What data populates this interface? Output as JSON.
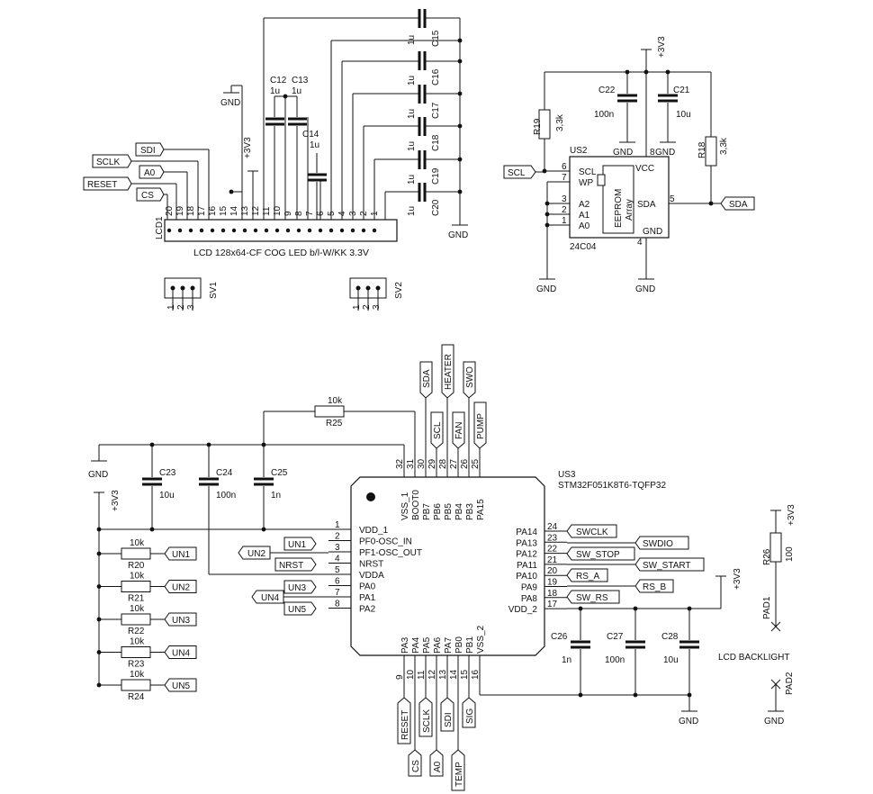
{
  "lcd": {
    "ref": "LCD1",
    "value": "LCD 128x64-CF COG LED b/l-W/KK 3.3V",
    "pins": [
      "20",
      "19",
      "18",
      "17",
      "16",
      "15",
      "14",
      "13",
      "12",
      "11",
      "10",
      "9",
      "8",
      "7",
      "6",
      "5",
      "4",
      "3",
      "2",
      "1"
    ]
  },
  "net_labels": {
    "sdi": "SDI",
    "sclk": "SCLK",
    "a0": "A0",
    "reset": "RESET",
    "cs": "CS",
    "scl": "SCL",
    "sda": "SDA",
    "heater": "HEATER",
    "swo": "SWO",
    "fan": "FAN",
    "pump": "PUMP",
    "un1": "UN1",
    "un2": "UN2",
    "un3": "UN3",
    "un4": "UN4",
    "un5": "UN5",
    "nrst": "NRST",
    "swclk": "SWCLK",
    "swdio": "SWDIO",
    "sw_stop": "SW_STOP",
    "sw_start": "SW_START",
    "rs_a": "RS_A",
    "rs_b": "RS_B",
    "sw_rs": "SW_RS",
    "sig": "SIG",
    "temp": "TEMP"
  },
  "power": {
    "gnd": "GND",
    "v33": "+3V3"
  },
  "caps": {
    "c15": "C15",
    "c16": "C16",
    "c17": "C17",
    "c18": "C18",
    "c19": "C19",
    "c20": "C20",
    "c12": "C12",
    "c13": "C13",
    "c14": "C14",
    "c21": "C21",
    "c22": "C22",
    "c23": "C23",
    "c24": "C24",
    "c25": "C25",
    "c26": "C26",
    "c27": "C27",
    "c28": "C28"
  },
  "values": {
    "u1": "1u",
    "n100": "100n",
    "u10": "10u",
    "n1": "1n",
    "k10": "10k",
    "k33": "3,3k",
    "r100": "100"
  },
  "resistors": {
    "r18": "R18",
    "r19": "R19",
    "r20": "R20",
    "r21": "R21",
    "r22": "R22",
    "r23": "R23",
    "r24": "R24",
    "r25": "R25",
    "r26": "R26"
  },
  "sv": {
    "sv1": "SV1",
    "sv2": "SV2",
    "p1": "1",
    "p2": "2",
    "p3": "3"
  },
  "eeprom": {
    "ref": "US2",
    "part": "24C04",
    "vcc": "VCC",
    "gnd": "GND",
    "scl": "SCL",
    "wp": "WP",
    "a2": "A2",
    "a1": "A1",
    "a0": "A0",
    "sda": "SDA",
    "array1": "EEPROM",
    "array2": "Array",
    "n6": "6",
    "n7": "7",
    "n3": "3",
    "n2": "2",
    "n1": "1",
    "n8": "8",
    "n5": "5",
    "n4": "4"
  },
  "mcu": {
    "ref": "US3",
    "part": "STM32F051K8T6-TQFP32",
    "left": [
      {
        "num": "1",
        "name": "VDD_1"
      },
      {
        "num": "2",
        "name": "PF0-OSC_IN"
      },
      {
        "num": "3",
        "name": "PF1-OSC_OUT"
      },
      {
        "num": "4",
        "name": "NRST"
      },
      {
        "num": "5",
        "name": "VDDA"
      },
      {
        "num": "6",
        "name": "PA0"
      },
      {
        "num": "7",
        "name": "PA1"
      },
      {
        "num": "8",
        "name": "PA2"
      }
    ],
    "right": [
      {
        "num": "24",
        "name": "PA14"
      },
      {
        "num": "23",
        "name": "PA13"
      },
      {
        "num": "22",
        "name": "PA12"
      },
      {
        "num": "21",
        "name": "PA11"
      },
      {
        "num": "20",
        "name": "PA10"
      },
      {
        "num": "19",
        "name": "PA9"
      },
      {
        "num": "18",
        "name": "PA8"
      },
      {
        "num": "17",
        "name": "VDD_2"
      }
    ],
    "top": [
      {
        "num": "32",
        "name": "VSS_1"
      },
      {
        "num": "31",
        "name": "BOOT0"
      },
      {
        "num": "30",
        "name": "PB7"
      },
      {
        "num": "29",
        "name": "PB6"
      },
      {
        "num": "28",
        "name": "PB5"
      },
      {
        "num": "27",
        "name": "PB4"
      },
      {
        "num": "26",
        "name": "PB3"
      },
      {
        "num": "25",
        "name": "PA15"
      }
    ],
    "bottom": [
      {
        "num": "9",
        "name": "PA3"
      },
      {
        "num": "10",
        "name": "PA4"
      },
      {
        "num": "11",
        "name": "PA5"
      },
      {
        "num": "12",
        "name": "PA6"
      },
      {
        "num": "13",
        "name": "PA7"
      },
      {
        "num": "14",
        "name": "PB0"
      },
      {
        "num": "15",
        "name": "PB1"
      },
      {
        "num": "16",
        "name": "VSS_2"
      }
    ]
  },
  "pads": {
    "pad1": "PAD1",
    "pad2": "PAD2",
    "backlight": "LCD  BACKLIGHT"
  }
}
